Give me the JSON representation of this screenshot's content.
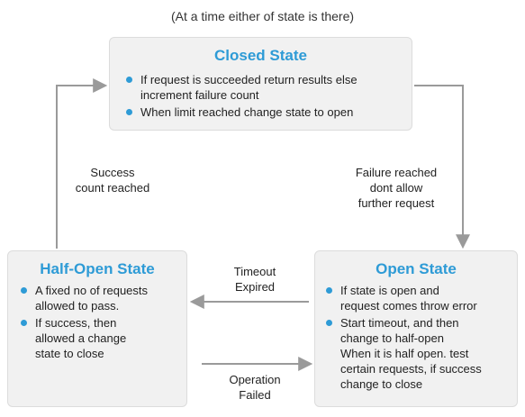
{
  "note": "(At a time either of state is there)",
  "states": {
    "closed": {
      "title": "Closed State",
      "bullets": [
        "If request is succeeded return results else\nincrement failure count",
        "When limit reached change state to open"
      ]
    },
    "half_open": {
      "title": "Half-Open State",
      "bullets": [
        "A fixed no of requests\nallowed to pass.",
        "If success, then\nallowed a change\nstate to close"
      ]
    },
    "open": {
      "title": "Open State",
      "bullets": [
        "If state is open and\nrequest comes throw error",
        "Start timeout, and then\nchange to half-open\nWhen it is half open. test\ncertain requests, if success\nchange to close"
      ]
    }
  },
  "transitions": {
    "success_count": "Success\ncount reached",
    "failure_reached": "Failure reached\ndont allow\nfurther request",
    "timeout_expired": "Timeout\nExpired",
    "operation_failed": "Operation\nFailed"
  },
  "colors": {
    "accent": "#2e9bd6",
    "arrow": "#9a9a9a",
    "box_fill": "#f1f1f1"
  }
}
